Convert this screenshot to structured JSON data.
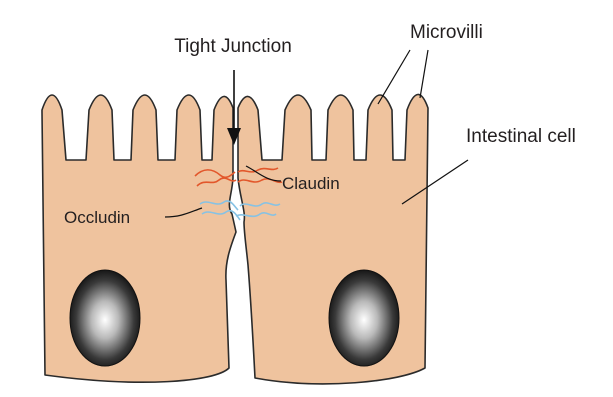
{
  "labels": {
    "tight_junction": "Tight Junction",
    "microvilli": "Microvilli",
    "intestinal_cell": "Intestinal cell",
    "claudin": "Claudin",
    "occludin": "Occludin"
  },
  "colors": {
    "cell_fill": "#efc39e",
    "cell_outline": "#2b2b2b",
    "claudin": "#e2572b",
    "occludin": "#86c2e4",
    "text": "#231f20"
  }
}
